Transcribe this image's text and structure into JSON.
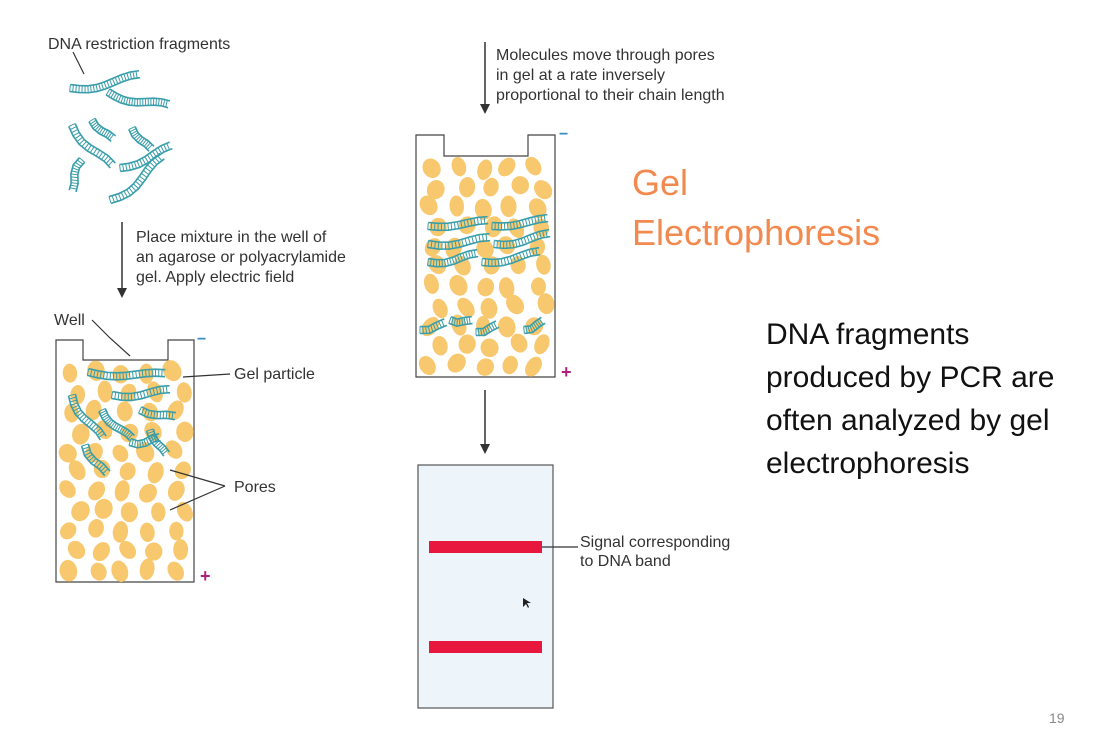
{
  "labels": {
    "fragments": "DNA restriction fragments",
    "step1_line1": "Place mixture in the well of",
    "step1_line2": "an agarose or polyacrylamide",
    "step1_line3": "gel.  Apply electric field",
    "well": "Well",
    "gel_particle": "Gel particle",
    "pores": "Pores",
    "step2_line1": "Molecules move through pores",
    "step2_line2": "in gel at a rate inversely",
    "step2_line3": "proportional to their chain length",
    "signal_line1": "Signal corresponding",
    "signal_line2": "to DNA band",
    "minus": "−",
    "plus": "+"
  },
  "title": {
    "line1": "Gel",
    "line2": "Electrophoresis"
  },
  "body": {
    "line1": "DNA fragments",
    "line2": "produced by PCR are",
    "line3": "often analyzed by gel",
    "line4": "electrophoresis"
  },
  "page_number": "19",
  "colors": {
    "dna": "#3a9eaa",
    "gel_particle": "#f7c86e",
    "band": "#e8173e",
    "title": "#f2894f",
    "electrode_minus": "#3a8fc0",
    "electrode_plus": "#b0207a"
  }
}
